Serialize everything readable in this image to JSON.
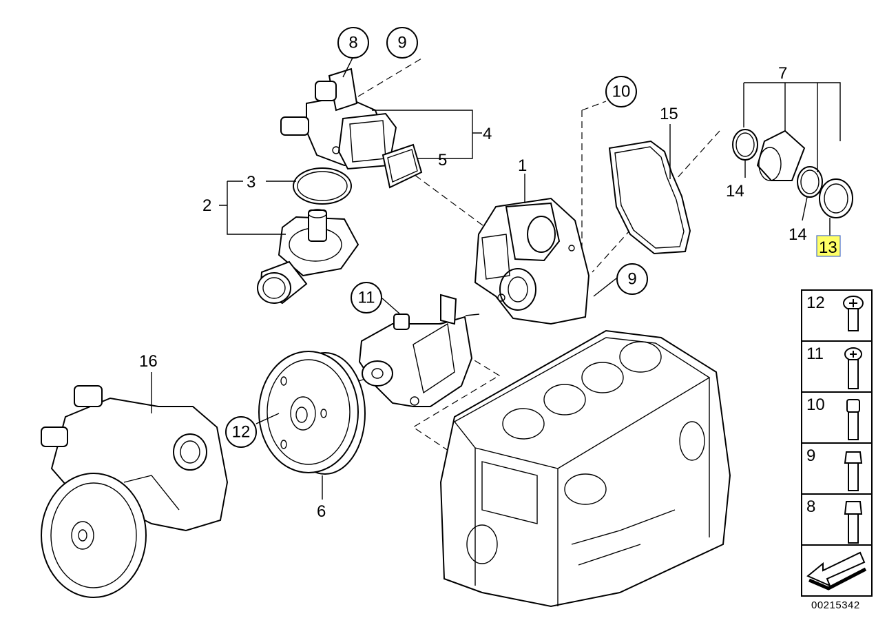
{
  "diagram": {
    "callouts": {
      "c8": "8",
      "c9_top": "9",
      "c10": "10",
      "c11": "11",
      "c12": "12",
      "c9_mid": "9"
    },
    "labels": {
      "l1": "1",
      "l2": "2",
      "l3": "3",
      "l4": "4",
      "l5": "5",
      "l6": "6",
      "l7": "7",
      "l13": "13",
      "l14a": "14",
      "l14b": "14",
      "l15": "15",
      "l16": "16"
    },
    "highlight_color": "#ffff66"
  },
  "legend": {
    "items": [
      "12",
      "11",
      "10",
      "9",
      "8"
    ],
    "icons": [
      "torx-bolt-short",
      "torx-bolt-long",
      "socket-bolt",
      "torx-bolt-flange",
      "torx-bolt-flange-long"
    ],
    "arrow_icon": "arrow-down-left-icon"
  },
  "catalog_number": "00215342"
}
